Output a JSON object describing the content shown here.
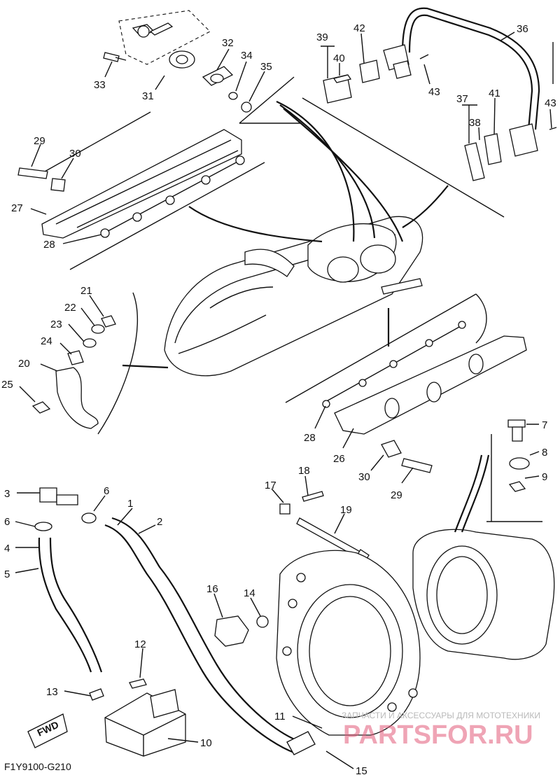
{
  "diagram": {
    "figure_code": "F1Y9100-G210",
    "direction_label": "FWD",
    "watermark_main": "PARTSFOR.RU",
    "watermark_sub": "ЗАПЧАСТИ И АКСЕССУАРЫ ДЛЯ МОТОТЕХНИКИ",
    "callouts": [
      {
        "id": "c1",
        "label": "1"
      },
      {
        "id": "c2",
        "label": "2"
      },
      {
        "id": "c3",
        "label": "3"
      },
      {
        "id": "c4",
        "label": "4"
      },
      {
        "id": "c5",
        "label": "5"
      },
      {
        "id": "c6a",
        "label": "6"
      },
      {
        "id": "c6b",
        "label": "6"
      },
      {
        "id": "c7",
        "label": "7"
      },
      {
        "id": "c8",
        "label": "8"
      },
      {
        "id": "c9",
        "label": "9"
      },
      {
        "id": "c10",
        "label": "10"
      },
      {
        "id": "c11",
        "label": "11"
      },
      {
        "id": "c12",
        "label": "12"
      },
      {
        "id": "c13",
        "label": "13"
      },
      {
        "id": "c14",
        "label": "14"
      },
      {
        "id": "c15",
        "label": "15"
      },
      {
        "id": "c16",
        "label": "16"
      },
      {
        "id": "c17",
        "label": "17"
      },
      {
        "id": "c18",
        "label": "18"
      },
      {
        "id": "c19",
        "label": "19"
      },
      {
        "id": "c20",
        "label": "20"
      },
      {
        "id": "c21",
        "label": "21"
      },
      {
        "id": "c22",
        "label": "22"
      },
      {
        "id": "c23",
        "label": "23"
      },
      {
        "id": "c24",
        "label": "24"
      },
      {
        "id": "c25",
        "label": "25"
      },
      {
        "id": "c26",
        "label": "26"
      },
      {
        "id": "c27",
        "label": "27"
      },
      {
        "id": "c28a",
        "label": "28"
      },
      {
        "id": "c28b",
        "label": "28"
      },
      {
        "id": "c29a",
        "label": "29"
      },
      {
        "id": "c29b",
        "label": "29"
      },
      {
        "id": "c30a",
        "label": "30"
      },
      {
        "id": "c30b",
        "label": "30"
      },
      {
        "id": "c31",
        "label": "31"
      },
      {
        "id": "c32",
        "label": "32"
      },
      {
        "id": "c33",
        "label": "33"
      },
      {
        "id": "c34",
        "label": "34"
      },
      {
        "id": "c35",
        "label": "35"
      },
      {
        "id": "c36",
        "label": "36"
      },
      {
        "id": "c37",
        "label": "37"
      },
      {
        "id": "c38",
        "label": "38"
      },
      {
        "id": "c39",
        "label": "39"
      },
      {
        "id": "c40",
        "label": "40"
      },
      {
        "id": "c41",
        "label": "41"
      },
      {
        "id": "c42",
        "label": "42"
      },
      {
        "id": "c43a",
        "label": "43"
      },
      {
        "id": "c43b",
        "label": "43"
      }
    ]
  }
}
